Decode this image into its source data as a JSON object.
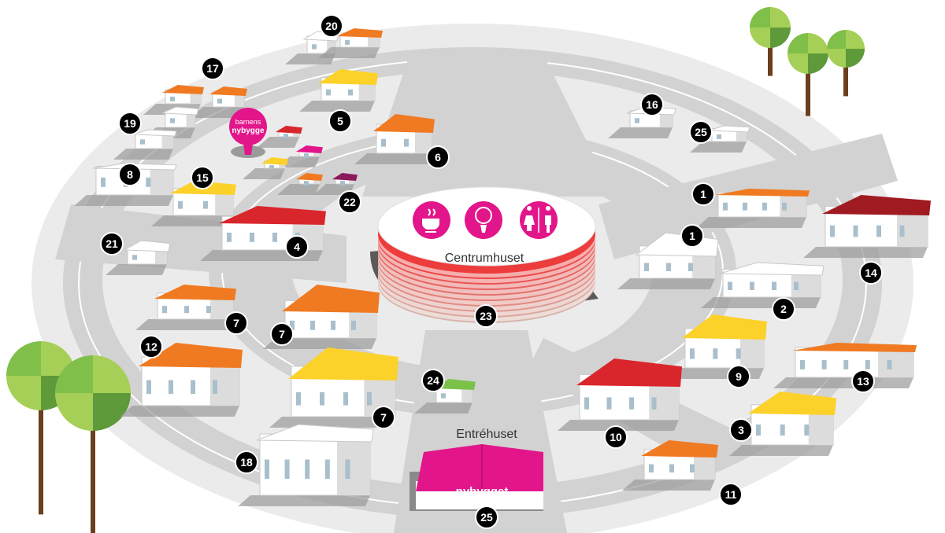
{
  "colors": {
    "ground": "#ebebeb",
    "road": "#d2d2d2",
    "road_line": "#ffffff",
    "wall": "#ffffff",
    "wall_shade": "#dcdcdc",
    "shadow": "#9a9a9a",
    "window": "#a9bfcc",
    "roof_orange": "#f07a22",
    "roof_yellow": "#fcd12a",
    "roof_red": "#d9262c",
    "roof_darkred": "#a01a22",
    "roof_green": "#7cc24a",
    "magenta": "#e2168a",
    "marker_bg": "#000000",
    "marker_text": "#ffffff",
    "tree_trunk": "#6b3e1e",
    "tree_light": "#a6cf57",
    "tree_mid": "#7fbf4a",
    "tree_dark": "#5f9a3a"
  },
  "places": {
    "centrumhuset": "Centrumhuset",
    "entrehuset": "Entréhuset",
    "nybygget_sign": "nybygget",
    "barnens_line1": "barnens",
    "barnens_line2": "nybygge"
  },
  "facility_icons": [
    "cafe-icon",
    "barnens-nybygge-icon",
    "toilet-icon"
  ],
  "markers": [
    {
      "id": "m20",
      "label": "20"
    },
    {
      "id": "m17",
      "label": "17"
    },
    {
      "id": "m19",
      "label": "19"
    },
    {
      "id": "m5",
      "label": "5"
    },
    {
      "id": "m6",
      "label": "6"
    },
    {
      "id": "m8",
      "label": "8"
    },
    {
      "id": "m15",
      "label": "15"
    },
    {
      "id": "m22",
      "label": "22"
    },
    {
      "id": "m16",
      "label": "16"
    },
    {
      "id": "m25a",
      "label": "25"
    },
    {
      "id": "m1a",
      "label": "1"
    },
    {
      "id": "m1b",
      "label": "1"
    },
    {
      "id": "m14",
      "label": "14"
    },
    {
      "id": "m21",
      "label": "21"
    },
    {
      "id": "m4",
      "label": "4"
    },
    {
      "id": "m2",
      "label": "2"
    },
    {
      "id": "m23",
      "label": "23"
    },
    {
      "id": "m7a",
      "label": "7"
    },
    {
      "id": "m7b",
      "label": "7"
    },
    {
      "id": "m12",
      "label": "12"
    },
    {
      "id": "m9",
      "label": "9"
    },
    {
      "id": "m13",
      "label": "13"
    },
    {
      "id": "m24",
      "label": "24"
    },
    {
      "id": "m7c",
      "label": "7"
    },
    {
      "id": "m3",
      "label": "3"
    },
    {
      "id": "m10",
      "label": "10"
    },
    {
      "id": "m18",
      "label": "18"
    },
    {
      "id": "m11",
      "label": "11"
    },
    {
      "id": "m25b",
      "label": "25"
    }
  ]
}
